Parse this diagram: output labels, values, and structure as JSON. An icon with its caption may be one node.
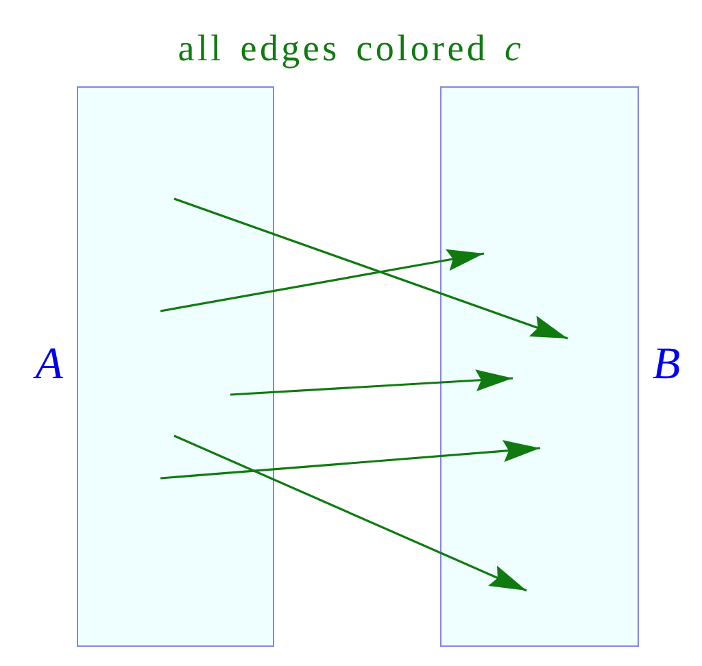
{
  "diagram": {
    "title": "all edges colored *c*",
    "nodes": [
      {
        "text": [],
        "shape": "box",
        "beside": [
          "A"
        ]
      },
      {
        "text": [],
        "shape": "box",
        "beside": [
          "B"
        ]
      }
    ],
    "edges": [
      {
        "from": 0,
        "to": 1,
        "arrow": "to"
      },
      {
        "from": 0,
        "to": 1,
        "arrow": "to"
      },
      {
        "from": 0,
        "to": 1,
        "arrow": "to"
      },
      {
        "from": 0,
        "to": 1,
        "arrow": "to"
      },
      {
        "from": 0,
        "to": 1,
        "arrow": "to"
      }
    ]
  }
}
